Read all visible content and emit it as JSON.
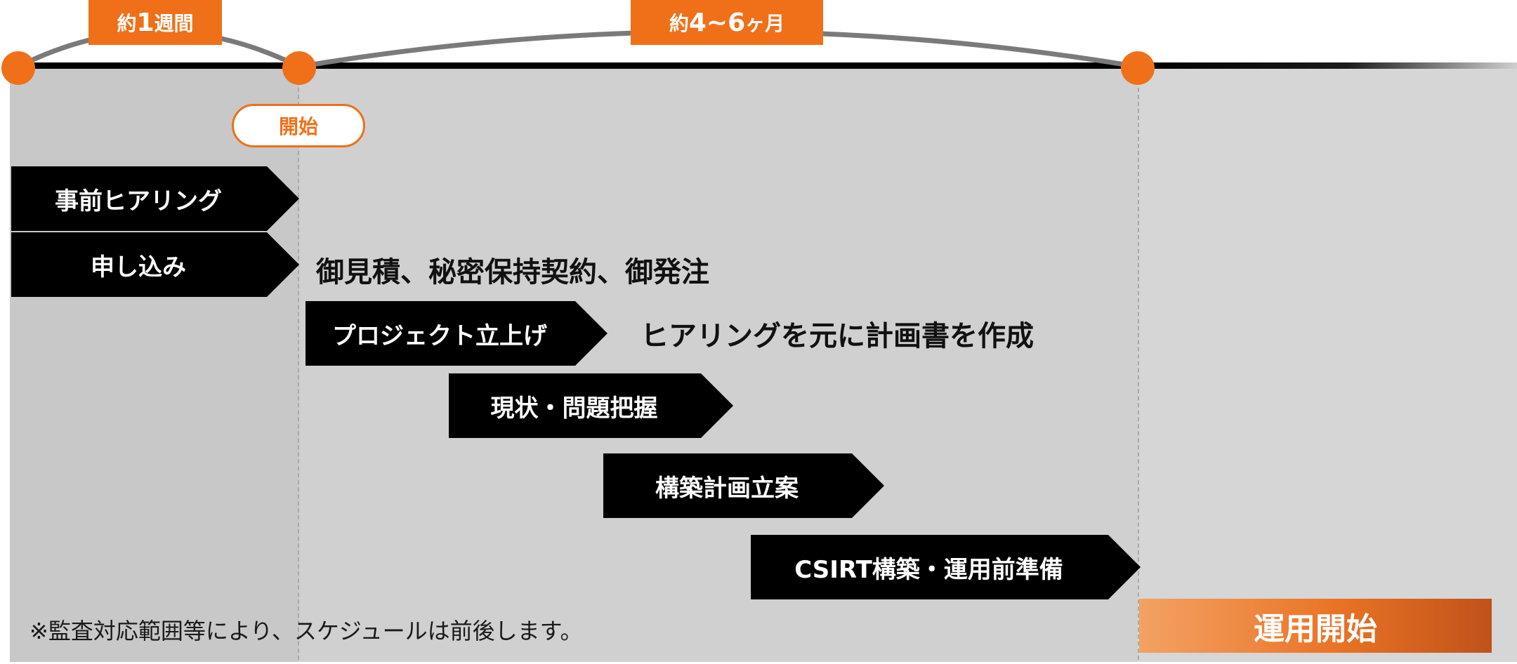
{
  "timeline": {
    "period_1": {
      "prefix": "約",
      "value": "1",
      "unit": "週間"
    },
    "period_2": {
      "prefix": "約",
      "value": "4~6",
      "unit": "ヶ月"
    },
    "start_label": "開始"
  },
  "steps": [
    {
      "label": "事前ヒアリング"
    },
    {
      "label": "申し込み"
    },
    {
      "label": "プロジェクト立上げ"
    },
    {
      "label": "現状・問題把握"
    },
    {
      "label": "構築計画立案"
    },
    {
      "label": "CSIRT構築・運用前準備"
    }
  ],
  "descriptions": {
    "application": "御見積、秘密保持契約、御発注",
    "project_launch": "ヒアリングを元に計画書を作成"
  },
  "footnote": "※監査対応範囲等により、スケジュールは前後します。",
  "operation_start": "運用開始",
  "colors": {
    "accent": "#ef7019",
    "step_background": "#000000",
    "panel_background": "#d0d0d0"
  }
}
